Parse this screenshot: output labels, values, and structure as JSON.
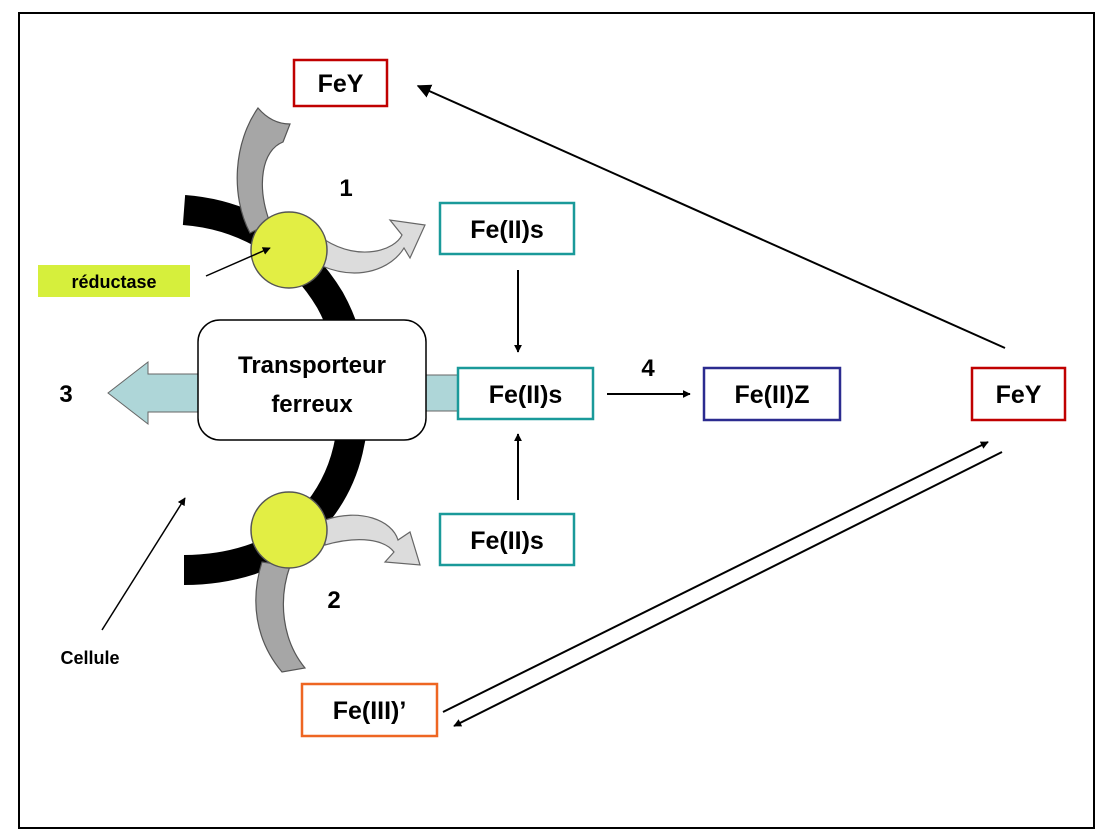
{
  "colors": {
    "fey_border": "#c00000",
    "fe2s_border": "#1a9a9a",
    "fe2z_border": "#2b2b8f",
    "fe3_border": "#ee6622",
    "reductase_fill": "#e2ee44",
    "reductase_label_bg": "#d6ef3c",
    "gray_arrow": "#a6a6a6",
    "light_gray_arrow": "#dcdcdc",
    "transport_arrow": "#aed6d8",
    "membrane": "#000000"
  },
  "boxes": {
    "fey_top": "FeY",
    "fe2s_top": "Fe(II)s",
    "fe2s_mid": "Fe(II)s",
    "fe2z": "Fe(II)Z",
    "fey_right": "FeY",
    "fe2s_bottom": "Fe(II)s",
    "fe3": "Fe(III)’"
  },
  "transporter": {
    "line1": "Transporteur",
    "line2": "ferreux"
  },
  "numbers": {
    "n1": "1",
    "n2": "2",
    "n3": "3",
    "n4": "4"
  },
  "labels": {
    "reductase": "réductase",
    "cellule": "Cellule"
  }
}
